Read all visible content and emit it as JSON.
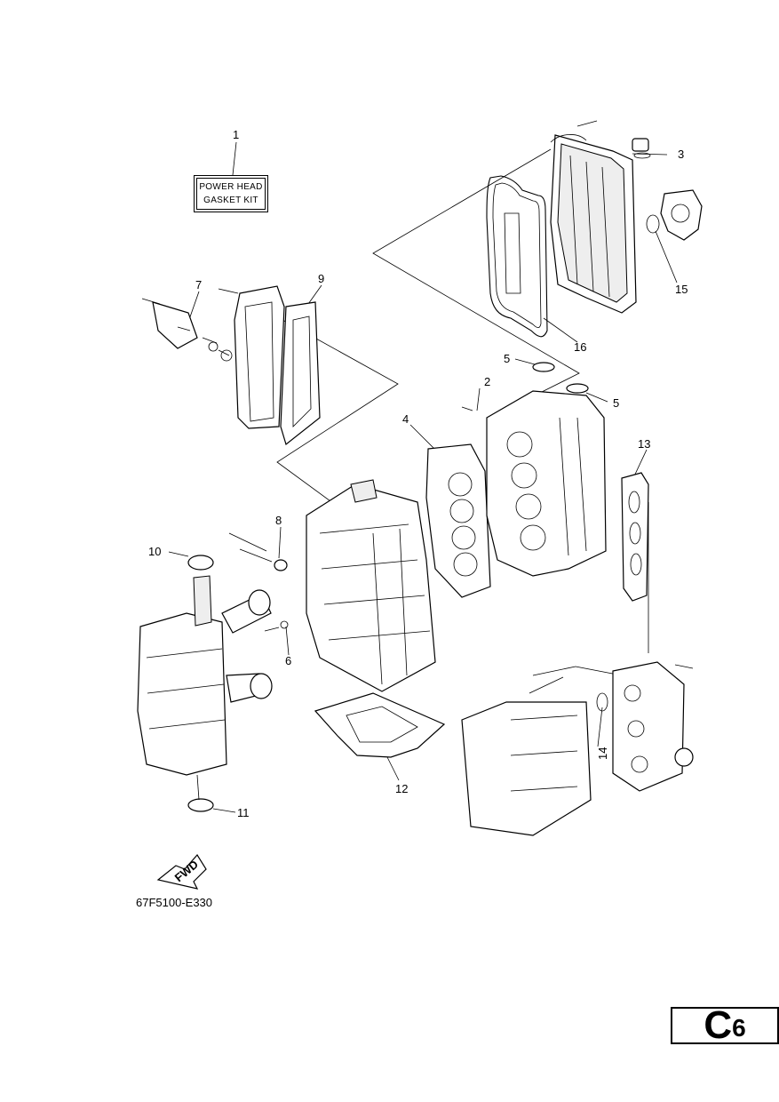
{
  "kit_label": {
    "line1": "POWER HEAD",
    "line2": "GASKET KIT"
  },
  "fwd_label": "FWD",
  "figure_code": "67F5100-E330",
  "page_ref": {
    "letter": "C",
    "number": "6"
  },
  "callouts": [
    "1",
    "2",
    "3",
    "4",
    "5",
    "5",
    "6",
    "7",
    "8",
    "9",
    "10",
    "11",
    "12",
    "13",
    "14",
    "15",
    "16"
  ]
}
